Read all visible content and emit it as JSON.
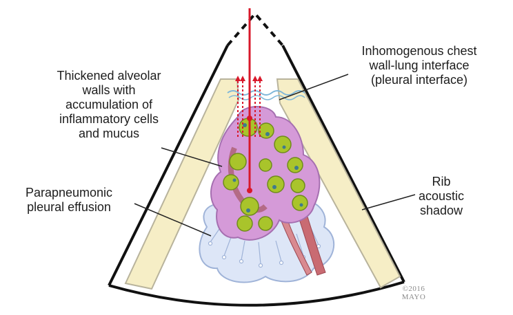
{
  "labels": {
    "chest_wall_interface": [
      "Inhomogenous chest",
      "wall-lung interface",
      "(pleural interface)"
    ],
    "alveolar_walls": [
      "Thickened alveolar",
      "walls with",
      "accumulation of",
      "inflammatory cells",
      "and mucus"
    ],
    "effusion": [
      "Parapneumonic",
      "pleural effusion"
    ],
    "rib_shadow": [
      "Rib",
      "acoustic",
      "shadow"
    ]
  },
  "copyright": {
    "year": "©2016",
    "org": "MAYO"
  },
  "colors": {
    "rib_fill": "#f6eec6",
    "rib_border": "#b8b39c",
    "sector_outline": "#111111",
    "beam": "#d8182a",
    "alveolar_wall": "#c78fd0",
    "alveolus_fill": "#a9c42b",
    "effusion": "#dde6f7",
    "vessel": "#c96b72"
  }
}
